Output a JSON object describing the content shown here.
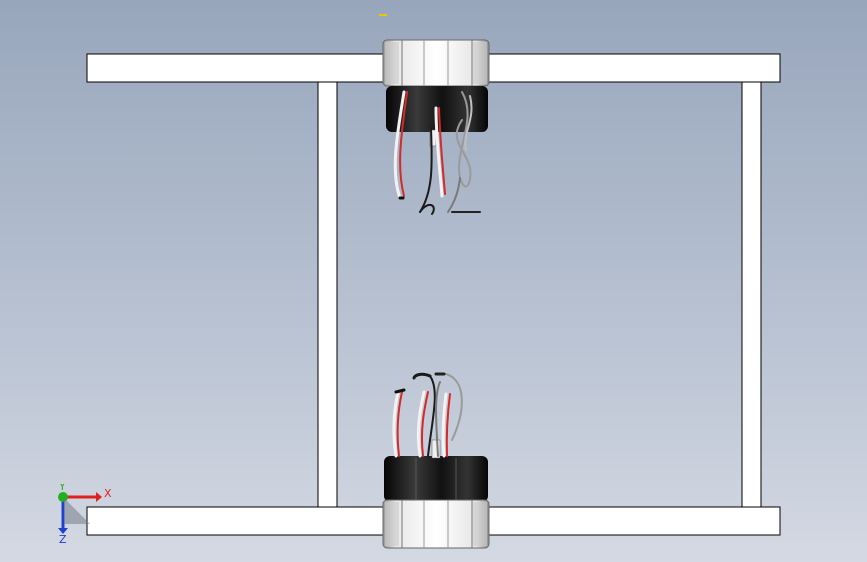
{
  "viewport": {
    "background_top": "#98a6bc",
    "background_bottom": "#d4d9e3",
    "frame_fill": "#ffffff",
    "frame_edge": "#000000"
  },
  "model": {
    "frame_members": [
      "top-rail",
      "bottom-rail",
      "left-post",
      "right-post"
    ],
    "motors": [
      {
        "name": "top-motor",
        "orientation": "wires-down"
      },
      {
        "name": "bottom-motor",
        "orientation": "wires-up"
      }
    ],
    "wire_colors": {
      "red": "#d42a2a",
      "white": "#f2f2f2",
      "black": "#1a1a1a",
      "grey": "#9a9a9a"
    }
  },
  "triad": {
    "x_label": "X",
    "y_label": "Y",
    "z_label": "Z",
    "x_color": "#e02020",
    "y_color": "#20b020",
    "z_color": "#2040d0"
  }
}
